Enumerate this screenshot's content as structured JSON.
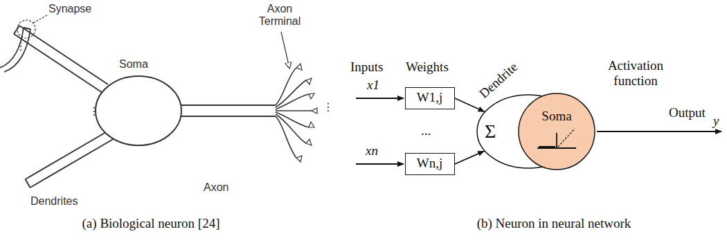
{
  "diagram": {
    "nodes": [
      {
        "text": [
          "W1,j"
        ]
      },
      {
        "text": [
          "Wn,j"
        ]
      },
      {
        "text": [
          "Dendrite",
          "Σ"
        ]
      },
      {
        "text": [
          "Soma"
        ],
        "in": 2
      }
    ],
    "edges": [
      {
        "from": 0,
        "to": 2,
        "arrow": "to"
      },
      {
        "from": 1,
        "to": 2,
        "arrow": "to"
      }
    ],
    "labels": [
      "Synapse",
      "Soma",
      "Axon Terminal",
      "Dendrites",
      "Axon",
      "⋮",
      "⋮",
      "⋮",
      "(a) Biological neuron [24]",
      "Inputs",
      "Weights",
      "x1",
      "...",
      "xn",
      "Activation function",
      "Output",
      "y",
      "(b) Neuron in neural network"
    ]
  }
}
